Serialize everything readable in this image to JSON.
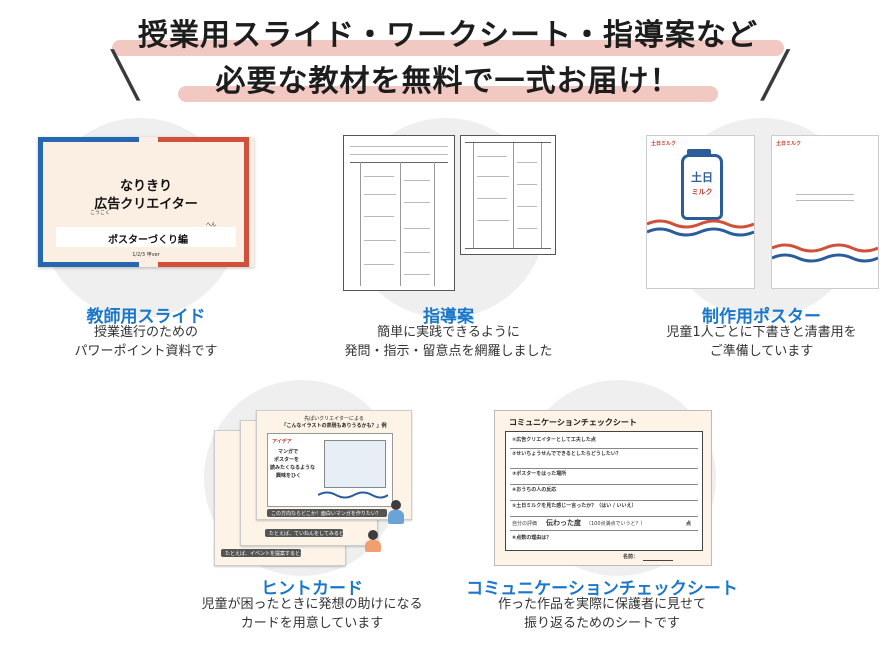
{
  "header": {
    "line1": "授業用スライド・ワークシート・指導案など",
    "line2": "必要な教材を無料で一式お届け！"
  },
  "items": [
    {
      "title": "教師用スライド",
      "desc1": "授業進行のための",
      "desc2": "パワーポイント資料です"
    },
    {
      "title": "指導案",
      "desc1": "簡単に実践できるように",
      "desc2": "発問・指示・留意点を網羅しました"
    },
    {
      "title": "制作用ポスター",
      "desc1": "児童1人ごとに下書きと清書用を",
      "desc2": "ご準備しています"
    },
    {
      "title": "ヒントカード",
      "desc1": "児童が困ったときに発想の助けになる",
      "desc2": "カードを用意しています"
    },
    {
      "title": "コミュニケーションチェックシート",
      "desc1": "作った作品を実際に保護者に見せて",
      "desc2": "振り返るためのシートです"
    }
  ],
  "slide": {
    "title1": "なりきり",
    "title2": "広告クリエイター",
    "ruby": "こうこく",
    "subtitle": "ポスターづくり編",
    "ruby2": "へん",
    "footer": "1/2/3 甲ver"
  },
  "poster": {
    "brand": "土日ミルク",
    "bottle_top": "土日",
    "bottle_bottom": "ミルク"
  },
  "sheet": {
    "heading": "コミュニケーションチェックシート",
    "q1": "①広告クリエイターとして工夫した点",
    "q2": "②せいちょうせんでできるとしたらどうしたい？",
    "q3": "③ポスターをはった場所",
    "q4": "④おうちの人の反応",
    "q5": "⑤土日ミルクを見た感じ一言ったか？（はい / いいえ）",
    "rating_label": "自分の評価",
    "rating_value": "伝わった度",
    "rating_note": "（100点満点でいうと？）",
    "rating_unit": "点",
    "q6": "⑥点数の理由は？",
    "name_label": "名前："
  },
  "hint": {
    "head1": "先ぱいクリエイターによる",
    "head2": "「こんなイラストの表現もありうるかも？」例",
    "idea_label": "アイデア",
    "idea1": "マンガで",
    "idea2": "ポスターを",
    "idea3": "読みたくなるような",
    "idea4": "興味をひく",
    "line_a": "この方向ならどこか！面白いマンガを作りたい？",
    "line_b": "たとえば、ていねんをしてみるとか。",
    "line_c": "たとえば、イベントを提案するとか。"
  }
}
